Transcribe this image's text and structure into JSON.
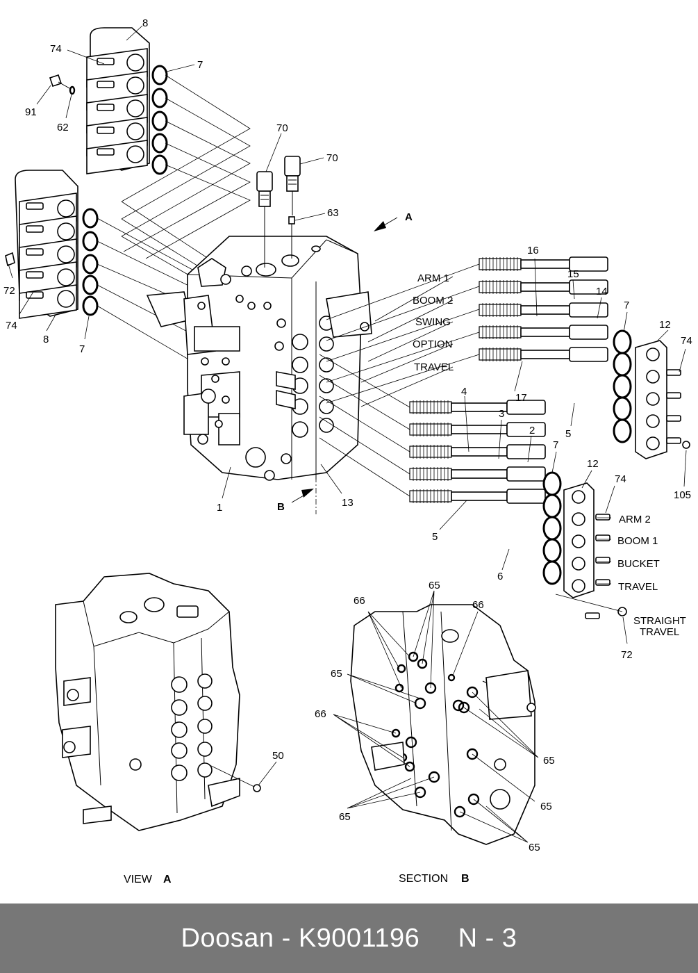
{
  "footer": {
    "brand": "Doosan",
    "sep": " - ",
    "part_number": "K9001196",
    "page": "N - 3"
  },
  "callouts": {
    "c8a": "8",
    "c74a": "74",
    "c7a": "7",
    "c91": "91",
    "c62": "62",
    "c70a": "70",
    "c70b": "70",
    "c63": "63",
    "c72a": "72",
    "c74b": "74",
    "c8b": "8",
    "c7b": "7",
    "c1": "1",
    "c13": "13",
    "c16": "16",
    "c15": "15",
    "c14": "14",
    "c7c": "7",
    "c12a": "12",
    "c74c": "74",
    "c17": "17",
    "c5a": "5",
    "c105": "105",
    "c4": "4",
    "c3": "3",
    "c2": "2",
    "c7d": "7",
    "c12b": "12",
    "c74d": "74",
    "c5b": "5",
    "c6": "6",
    "c72b": "72",
    "c50": "50",
    "c66a": "66",
    "c65a": "65",
    "c66b": "66",
    "c65b": "65",
    "c66c": "66",
    "c65c": "65",
    "c65d": "65",
    "c65e": "65",
    "c65f": "65"
  },
  "arrows": {
    "a": "A",
    "b": "B"
  },
  "spool_labels_upper": [
    "ARM 1",
    "BOOM 2",
    "SWING",
    "OPTION",
    "TRAVEL"
  ],
  "spool_labels_lower": [
    "ARM 2",
    "BOOM 1",
    "BUCKET",
    "TRAVEL"
  ],
  "straight_travel": [
    "STRAIGHT",
    "TRAVEL"
  ],
  "views": {
    "view_a": {
      "caption": "VIEW",
      "letter": "A"
    },
    "section_b": {
      "caption": "SECTION",
      "letter": "B"
    }
  }
}
